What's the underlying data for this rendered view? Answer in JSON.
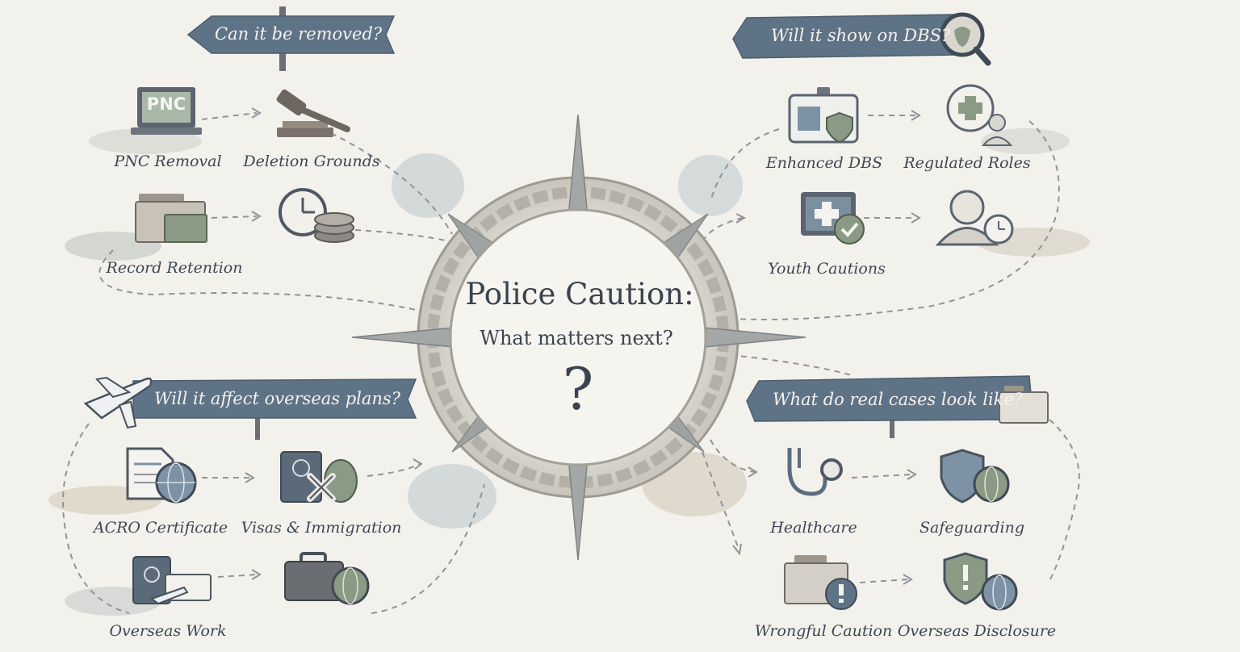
{
  "center": {
    "title": "Police Caution:",
    "subtitle": "What matters next?",
    "mark": "?"
  },
  "quadrants": {
    "removal": {
      "banner": "Can it be removed?",
      "items": [
        "PNC Removal",
        "Deletion Grounds",
        "Record Retention"
      ],
      "pnc_screen_text": "PNC"
    },
    "dbs": {
      "banner": "Will it show on DBS?",
      "items": [
        "Enhanced DBS",
        "Regulated Roles",
        "Youth Cautions"
      ]
    },
    "overseas": {
      "banner": "Will it affect overseas plans?",
      "items": [
        "ACRO Certificate",
        "Visas & Immigration",
        "Overseas Work"
      ]
    },
    "cases": {
      "banner": "What do real cases look like?",
      "items": [
        "Healthcare",
        "Safeguarding",
        "Wrongful Caution",
        "Overseas Disclosure"
      ]
    }
  },
  "colors": {
    "background": "#f3f1ec",
    "banner": "#5f7386",
    "ink": "#3c4652",
    "accent_green": "#8b9a84",
    "compass": "#a9a79f"
  }
}
